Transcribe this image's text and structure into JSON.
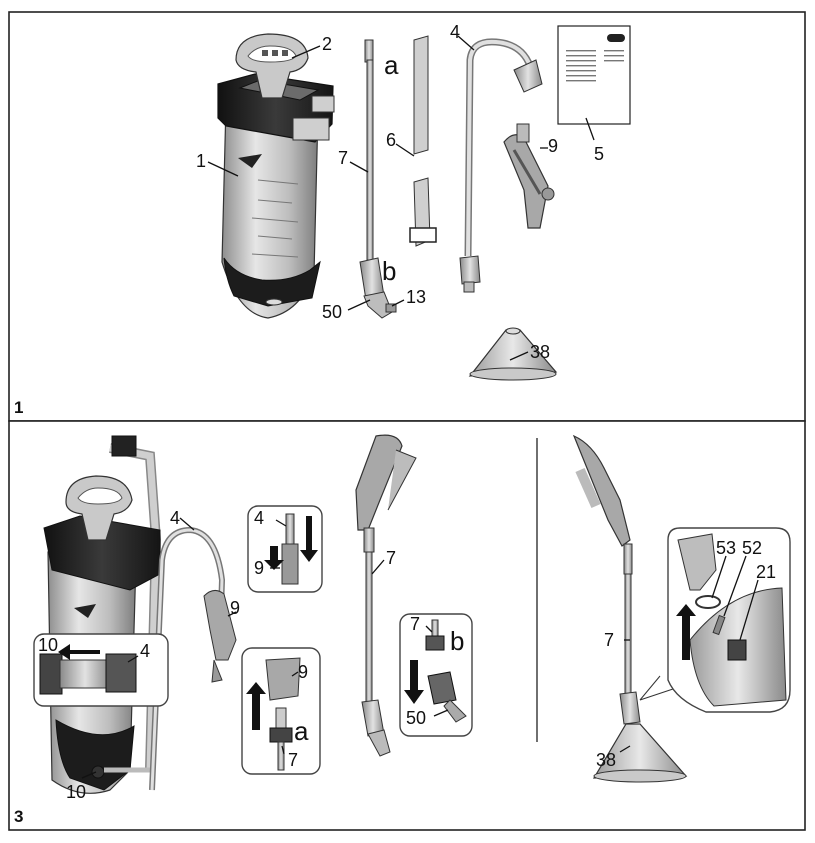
{
  "colors": {
    "frame": "#222222",
    "metal_light": "#d4d4d4",
    "metal_mid": "#a9a9a9",
    "metal_dark": "#6e6e6e",
    "black_part": "#1e1e1e",
    "gray_part": "#8c8c8c",
    "strap": "#bdbdbd"
  },
  "panel1": {
    "number": "1",
    "labels": {
      "l1": "1",
      "l2": "2",
      "l4": "4",
      "l5": "5",
      "l6": "6",
      "l7": "7",
      "l9": "9",
      "l13": "13",
      "l38": "38",
      "l50": "50",
      "la": "a",
      "lb": "b"
    }
  },
  "panel3": {
    "number": "3",
    "labels": {
      "l4": "4",
      "l7": "7",
      "l9": "9",
      "l10": "10",
      "inset_top_4": "4",
      "inset_top_9": "9",
      "inset_left_10": "10",
      "inset_left_4": "4",
      "inset_bottom_9": "9",
      "inset_bottom_a": "a",
      "inset_bottom_7": "7",
      "inset_mid_7": "7",
      "inset_mid_b": "b",
      "inset_mid_50": "50",
      "right_7": "7",
      "right_38": "38",
      "inset_right_53": "53",
      "inset_right_52": "52",
      "inset_right_21": "21"
    }
  }
}
